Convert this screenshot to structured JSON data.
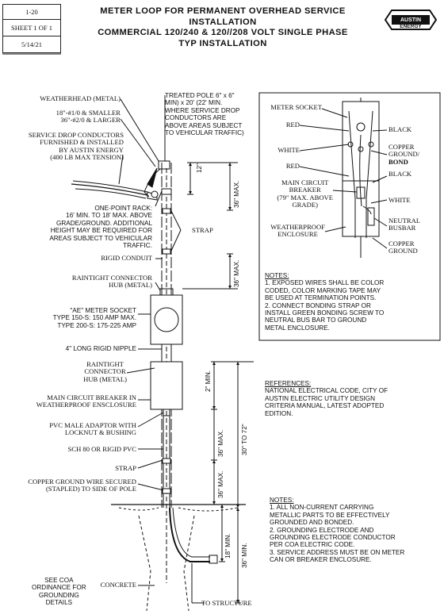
{
  "header": {
    "page_number": "1-20",
    "sheet": "SHEET 1 OF 1",
    "date": "5/14/21",
    "title_lines": [
      "METER LOOP FOR PERMANENT OVERHEAD SERVICE",
      "INSTALLATION",
      "COMMERCIAL 120/240 & 120//208 VOLT SINGLE PHASE",
      "TYP INSTALLATION"
    ],
    "logo_lines": [
      "AUSTIN",
      "ENERGY"
    ]
  },
  "left_labels": {
    "weatherhead": "WEATHERHEAD (METAL)",
    "wire_size_1": "18\"-#1/0 & SMALLER",
    "wire_size_2": "36\"-#2/0 & LARGER",
    "service_drop": [
      "SERVICE DROP CONDUCTORS",
      "FURNISHED & INSTALLED",
      "BY AUSTIN ENERGY",
      "(400 LB MAX TENSION)"
    ],
    "rack": [
      "ONE-POINT RACK:",
      "16' MIN. TO 18' MAX. ABOVE",
      "GRADE/GROUND. ADDITIONAL",
      "HEIGHT MAY BE REQUIRED FOR",
      "AREAS SUBJECT TO VEHICULAR",
      "TRAFFIC."
    ],
    "rigid_conduit": "RIGID CONDUIT",
    "hub_1": [
      "RAINTIGHT CONNECTOR",
      "HUB (METAL)"
    ],
    "meter_socket": [
      "\"AE\" METER SOCKET",
      "TYPE 150-S: 150 AMP MAX.",
      "TYPE 200-S: 175-225 AMP"
    ],
    "nipple": "4\" LONG RIGID NIPPLE",
    "hub_2": [
      "RAINTIGHT",
      "CONNECTOR",
      "HUB (METAL)"
    ],
    "breaker": [
      "MAIN CIRCUIT BREAKER IN",
      "WEATHERPROOF ENSCLOSURE"
    ],
    "pvc_adaptor": [
      "PVC MALE ADAPTOR WITH",
      "LOCKNUT & BUSHING"
    ],
    "sch80": "SCH 80 OR RIGID PVC",
    "strap": "STRAP",
    "ground_wire": [
      "COPPER GROUND WIRE SECURED",
      "(STAPLED) TO SIDE OF POLE"
    ],
    "concrete": "CONCRETE",
    "see_coa": [
      "SEE COA",
      "ORDINANCE FOR",
      "GROUNDING",
      "DETAILS"
    ]
  },
  "pole_labels": {
    "treated_pole": [
      "TREATED POLE  6\" x 6\"",
      "MIN) x 20' (22' MIN.",
      "WHERE SERVICE DROP",
      "CONDUCTORS ARE",
      "ABOVE AREAS SUBJECT",
      "TO VEHICULAR TRAFFIC)"
    ],
    "strap": "STRAP",
    "to_structure": "TO STRUCTURE"
  },
  "dimensions": {
    "d12": "12\"",
    "d36max_top": "36\" MAX.",
    "d36max_2": "36\" MAX.",
    "d2min": "2\" MIN.",
    "d30to72": "30\" TO 72\"",
    "d36max_3": "36\" MAX.",
    "d36max_4": "36\" MAX.",
    "d18min": "18\" MIN.",
    "d36min": "36\" MIN."
  },
  "detail": {
    "meter_socket": "METER SOCKET",
    "red_1": "RED",
    "white_1": "WHITE",
    "red_2": "RED",
    "main_breaker": [
      "MAIN CIRCUIT",
      "BREAKER",
      "(79\" MAX. ABOVE",
      "GRADE)"
    ],
    "weatherproof": [
      "WEATHERPROOF",
      "ENCLOSURE"
    ],
    "black_1": "BLACK",
    "copper_ground_bond": [
      "COPPER",
      "GROUND/",
      "BOND"
    ],
    "black_2": "BLACK",
    "white_2": "WHITE",
    "neutral_busbar": [
      "NEUTRAL",
      "BUSBAR"
    ],
    "copper_ground": [
      "COPPER",
      "GROUND"
    ],
    "notes_title": "NOTES:",
    "notes": [
      "1. EXPOSED WIRES SHALL BE COLOR",
      "    CODED, COLOR MARKING TAPE MAY",
      "    BE USED AT TERMINATION POINTS.",
      "2. CONNECT BONDING STRAP OR",
      "    INSTALL GREEN BONDING SCREW TO",
      "    NEUTRAL BUS BAR TO GROUND",
      "    METAL ENCLOSURE."
    ]
  },
  "references": {
    "title": "REFERENCES:",
    "lines": [
      "NATIONAL ELECTRICAL CODE, CITY OF",
      "AUSTIN ELECTRIC UTILITY DESIGN",
      "CRITERIA MANUAL, LATEST ADOPTED",
      "EDITION."
    ]
  },
  "notes2": {
    "title": "NOTES:",
    "lines": [
      "1. ALL NON-CURRENT CARRYING",
      "    METALLIC PARTS TO BE EFFECTIVELY",
      "    GROUNDED AND BONDED.",
      "2. GROUNDING ELECTRODE AND",
      "    GROUNDING ELECTRODE CONDUCTOR",
      "    PER COA ELECTRIC CODE.",
      "3. SERVICE ADDRESS MUST BE ON METER",
      "    CAN OR BREAKER ENCLOSURE."
    ]
  }
}
